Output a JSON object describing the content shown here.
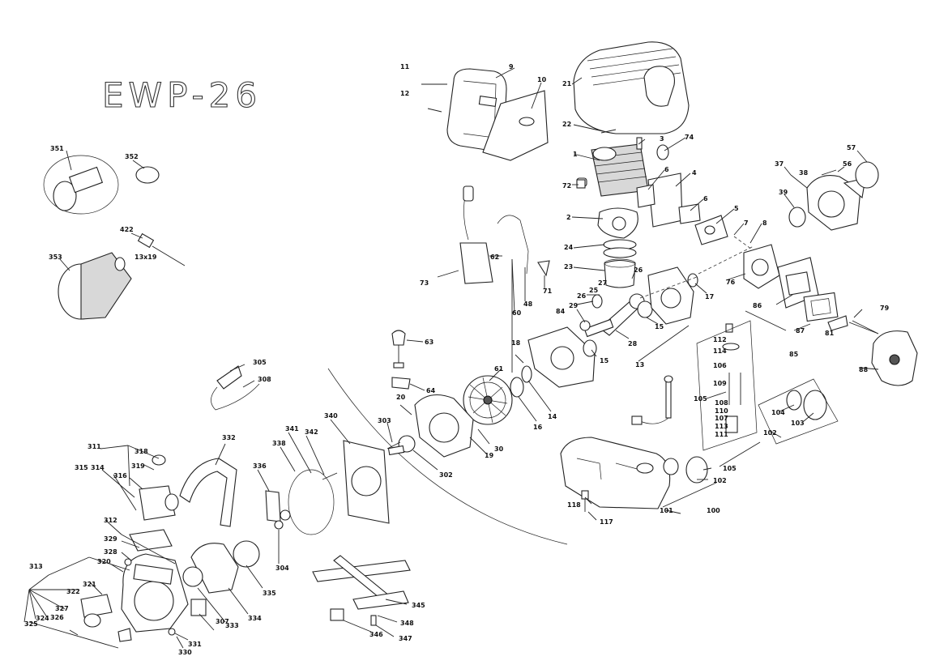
{
  "title": "EWP-26",
  "labels": {
    "l1": "1",
    "l2": "2",
    "l3": "3",
    "l4": "4",
    "l5": "5",
    "l6a": "6",
    "l6b": "6",
    "l7": "7",
    "l8": "8",
    "l9": "9",
    "l10": "10",
    "l11": "11",
    "l12": "12",
    "l13": "13",
    "l14": "14",
    "l15a": "15",
    "l15b": "15",
    "l16": "16",
    "l17": "17",
    "l18": "18",
    "l19": "19",
    "l20": "20",
    "l21": "21",
    "l22": "22",
    "l23": "23",
    "l24": "24",
    "l25": "25",
    "l26a": "26",
    "l26b": "26",
    "l27": "27",
    "l28": "28",
    "l29": "29",
    "l30": "30",
    "l37": "37",
    "l38": "38",
    "l39": "39",
    "l48": "48",
    "l56": "56",
    "l57": "57",
    "l60": "60",
    "l61": "61",
    "l62": "62",
    "l63": "63",
    "l64": "64",
    "l71": "71",
    "l72": "72",
    "l73": "73",
    "l74": "74",
    "l76": "76",
    "l79": "79",
    "l81": "81",
    "l84": "84",
    "l85": "85",
    "l86": "86",
    "l87": "87",
    "l88": "88",
    "l100": "100",
    "l101": "101",
    "l102a": "102",
    "l102b": "102",
    "l103": "103",
    "l104": "104",
    "l105a": "105",
    "l105b": "105",
    "l106": "106",
    "l107": "107",
    "l108": "108",
    "l109": "109",
    "l110": "110",
    "l111": "111",
    "l112": "112",
    "l113": "113",
    "l114": "114",
    "l117": "117",
    "l118": "118",
    "l302": "302",
    "l303": "303",
    "l304": "304",
    "l305": "305",
    "l307": "307",
    "l308": "308",
    "l311": "311",
    "l312": "312",
    "l313": "313",
    "l314": "314",
    "l315": "315",
    "l316": "316",
    "l318": "318",
    "l319": "319",
    "l320": "320",
    "l321": "321",
    "l322": "322",
    "l324": "324",
    "l325": "325",
    "l326": "326",
    "l327": "327",
    "l328": "328",
    "l329": "329",
    "l330": "330",
    "l331": "331",
    "l332": "332",
    "l333": "333",
    "l334": "334",
    "l335": "335",
    "l336": "336",
    "l338": "338",
    "l340": "340",
    "l341": "341",
    "l342": "342",
    "l345": "345",
    "l346": "346",
    "l347": "347",
    "l348": "348",
    "l351": "351",
    "l352": "352",
    "l353": "353",
    "l422": "422",
    "spanner": "13x19"
  }
}
